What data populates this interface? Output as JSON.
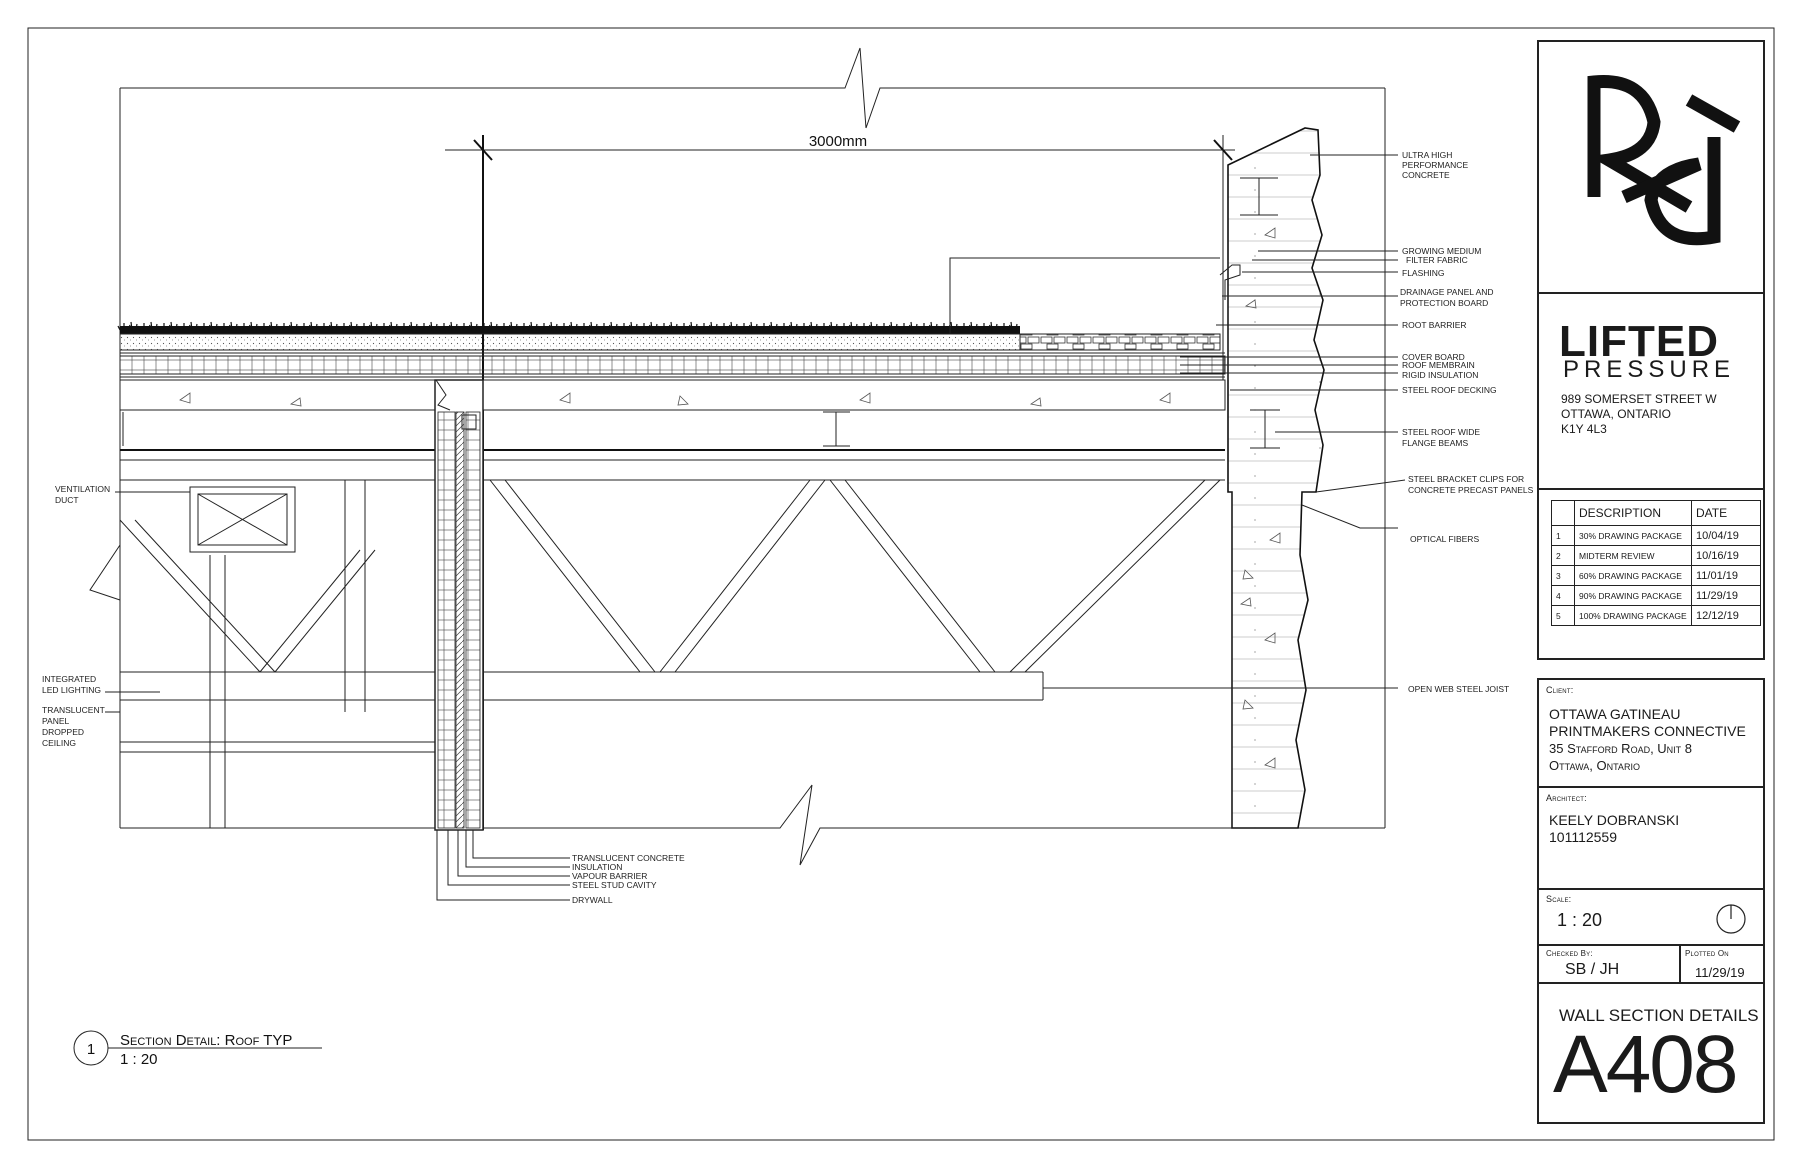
{
  "dimension": "3000mm",
  "callouts_right": [
    "ULTRA HIGH PERFORMANCE CONCRETE",
    "GROWING MEDIUM",
    "FILTER FABRIC",
    "FLASHING",
    "DRAINAGE PANEL AND PROTECTION BOARD",
    "ROOT BARRIER",
    "COVER BOARD",
    "ROOF MEMBRAIN",
    "RIGID INSULATION",
    "STEEL ROOF DECKING",
    "STEEL ROOF WIDE FLANGE BEAMS",
    "STEEL BRACKET CLIPS FOR CONCRETE PRECAST PANELS",
    "OPTICAL FIBERS",
    "OPEN WEB STEEL JOIST"
  ],
  "callouts_left": [
    "VENTILATION DUCT",
    "INTEGRATED LED LIGHTING",
    "TRANSLUCENT PANEL DROPPED CEILING"
  ],
  "callouts_bottom": [
    "TRANSLUCENT CONCRETE",
    "INSULATION",
    "VAPOUR BARRIER",
    "STEEL STUD CAVITY",
    "DRYWALL"
  ],
  "detail": {
    "number": "1",
    "title": "Section Detail: Roof TYP",
    "scale": "1 : 20"
  },
  "project": {
    "name_line1": "LIFTED",
    "name_line2": "PRESSURE",
    "address": [
      "989 SOMERSET STREET W",
      "OTTAWA, ONTARIO",
      "K1Y 4L3"
    ]
  },
  "revisions": {
    "headers": [
      "DESCRIPTION",
      "DATE"
    ],
    "rows": [
      {
        "no": "1",
        "description": "30% DRAWING PACKAGE",
        "date": "10/04/19"
      },
      {
        "no": "2",
        "description": "MIDTERM REVIEW",
        "date": "10/16/19"
      },
      {
        "no": "3",
        "description": "60% DRAWING PACKAGE",
        "date": "11/01/19"
      },
      {
        "no": "4",
        "description": "90% DRAWING PACKAGE",
        "date": "11/29/19"
      },
      {
        "no": "5",
        "description": "100% DRAWING PACKAGE",
        "date": "12/12/19"
      }
    ]
  },
  "client": {
    "label": "Client:",
    "lines": [
      "OTTAWA GATINEAU",
      "PRINTMAKERS CONNECTIVE",
      "35 Stafford Road, Unit 8",
      "Ottawa, Ontario"
    ]
  },
  "architect": {
    "label": "Architect:",
    "name": "KEELY DOBRANSKI",
    "id": "101112559"
  },
  "scale": {
    "label": "Scale:",
    "value": "1 : 20"
  },
  "checked": {
    "label": "Checked By:",
    "value": "SB / JH"
  },
  "plotted": {
    "label": "Plotted On",
    "value": "11/29/19"
  },
  "sheet": {
    "title": "WALL SECTION DETAILS",
    "number": "A408"
  }
}
